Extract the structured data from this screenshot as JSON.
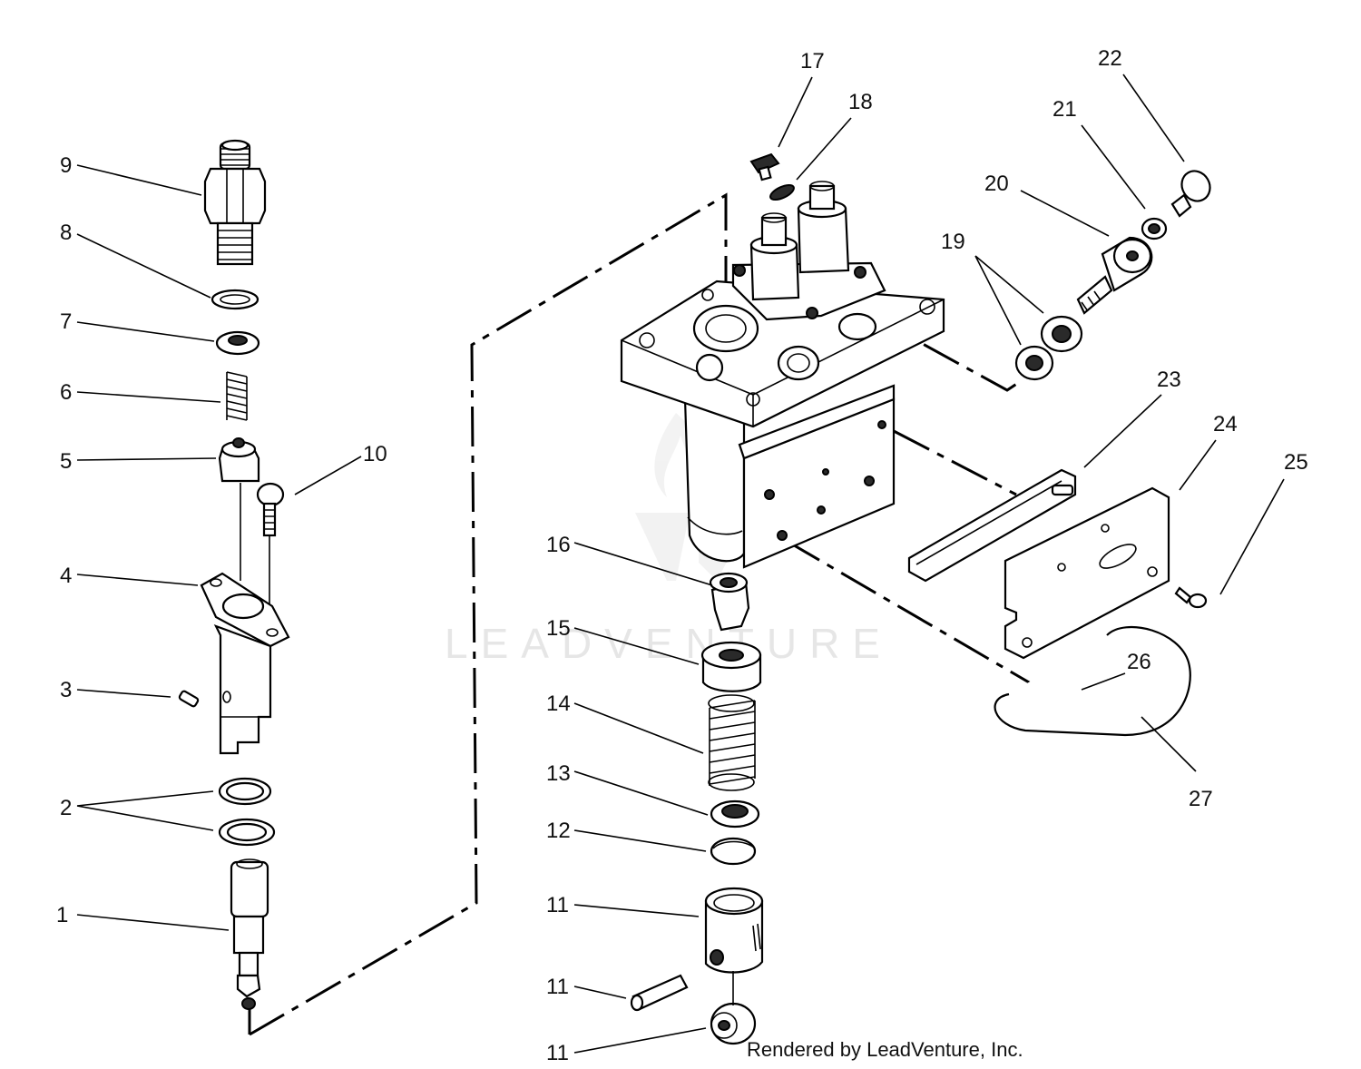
{
  "watermark": {
    "text": "LEADVENTURE"
  },
  "credit": {
    "text": "Rendered by LeadVenture, Inc."
  },
  "callouts": {
    "c1": "1",
    "c2": "2",
    "c3": "3",
    "c4": "4",
    "c5": "5",
    "c6": "6",
    "c7": "7",
    "c8": "8",
    "c9": "9",
    "c10": "10",
    "c11a": "11",
    "c11b": "11",
    "c11c": "11",
    "c12": "12",
    "c13": "13",
    "c14": "14",
    "c15": "15",
    "c16": "16",
    "c17": "17",
    "c18": "18",
    "c19": "19",
    "c20": "20",
    "c21": "21",
    "c22": "22",
    "c23": "23",
    "c24": "24",
    "c25": "25",
    "c26": "26",
    "c27": "27"
  }
}
